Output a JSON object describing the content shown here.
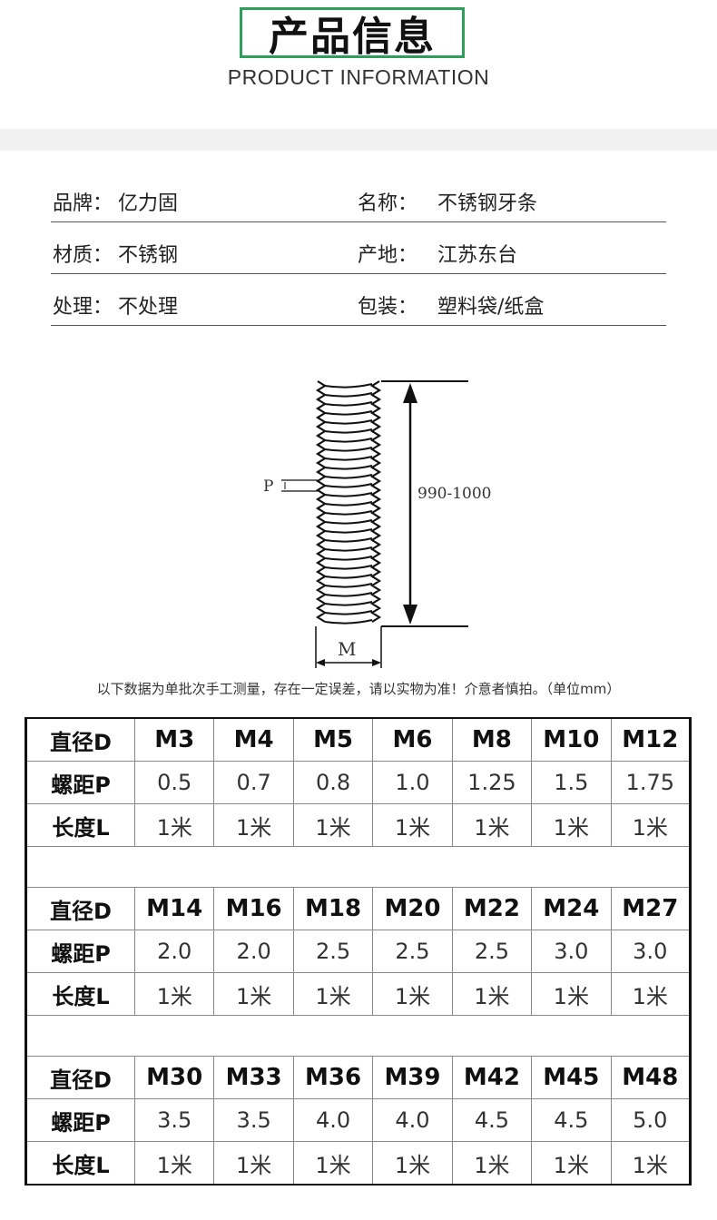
{
  "header": {
    "title": "产品信息",
    "subtitle": "PRODUCT INFORMATION"
  },
  "info": {
    "brand_label": "品牌：",
    "brand_value": "亿力固",
    "name_label": "名称：",
    "name_value": "不锈钢牙条",
    "material_label": "材质：",
    "material_value": "不锈钢",
    "origin_label": "产地：",
    "origin_value": "江苏东台",
    "treatment_label": "处理：",
    "treatment_value": "不处理",
    "package_label": "包装：",
    "package_value": "塑料袋/纸盒"
  },
  "diagram": {
    "pitch_label": "P",
    "length_label": "990-1000",
    "diameter_label": "M"
  },
  "note": "以下数据为单批次手工测量，存在一定误差，请以实物为准！介意者慎拍。（单位mm）",
  "spec": {
    "labels": {
      "diameter": "直径D",
      "pitch": "螺距P",
      "length": "长度L"
    },
    "groups": [
      {
        "sizes": [
          "M3",
          "M4",
          "M5",
          "M6",
          "M8",
          "M10",
          "M12"
        ],
        "pitch": [
          "0.5",
          "0.7",
          "0.8",
          "1.0",
          "1.25",
          "1.5",
          "1.75"
        ],
        "length": [
          "1米",
          "1米",
          "1米",
          "1米",
          "1米",
          "1米",
          "1米"
        ]
      },
      {
        "sizes": [
          "M14",
          "M16",
          "M18",
          "M20",
          "M22",
          "M24",
          "M27"
        ],
        "pitch": [
          "2.0",
          "2.0",
          "2.5",
          "2.5",
          "2.5",
          "3.0",
          "3.0"
        ],
        "length": [
          "1米",
          "1米",
          "1米",
          "1米",
          "1米",
          "1米",
          "1米"
        ]
      },
      {
        "sizes": [
          "M30",
          "M33",
          "M36",
          "M39",
          "M42",
          "M45",
          "M48"
        ],
        "pitch": [
          "3.5",
          "3.5",
          "4.0",
          "4.0",
          "4.5",
          "4.5",
          "5.0"
        ],
        "length": [
          "1米",
          "1米",
          "1米",
          "1米",
          "1米",
          "1米",
          "1米"
        ]
      }
    ]
  },
  "colors": {
    "accent_green": "#2e9e5b",
    "band_gray": "#f1f1f1"
  }
}
